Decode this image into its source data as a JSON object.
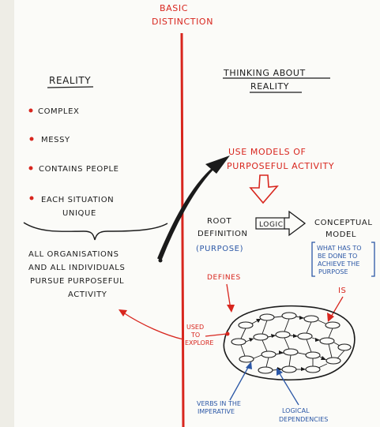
{
  "header": {
    "line1": "BASIC",
    "line2": "DISTINCTION"
  },
  "left": {
    "title": "REALITY",
    "bullets": [
      "COMPLEX",
      "MESSY",
      "CONTAINS PEOPLE",
      "EACH SITUATION",
      "UNIQUE"
    ],
    "statement": [
      "ALL ORGANISATIONS",
      "AND ALL INDIVIDUALS",
      "PURSUE PURPOSEFUL",
      "ACTIVITY"
    ]
  },
  "right": {
    "title_line1": "THINKING ABOUT",
    "title_line2": "REALITY",
    "models_line1": "USE MODELS OF",
    "models_line2": "PURPOSEFUL ACTIVITY",
    "root_line1": "ROOT",
    "root_line2": "DEFINITION",
    "purpose": "(PURPOSE)",
    "logic": "LOGIC",
    "conceptual_line1": "CONCEPTUAL",
    "conceptual_line2": "MODEL",
    "bracket_lines": [
      "WHAT HAS TO",
      "BE DONE TO",
      "ACHIEVE THE",
      "PURPOSE"
    ],
    "defines": "DEFINES",
    "is": "IS",
    "used_to_explore": [
      "USED",
      "TO",
      "EXPLORE"
    ],
    "verbs_line1": "VERBS IN THE",
    "verbs_line2": "IMPERATIVE",
    "logical_line1": "LOGICAL",
    "logical_line2": "DEPENDENCIES"
  },
  "colors": {
    "ink": "#1b1b1b",
    "red": "#d8261e",
    "blue": "#2b57a6",
    "paper": "#fbfbf8"
  }
}
